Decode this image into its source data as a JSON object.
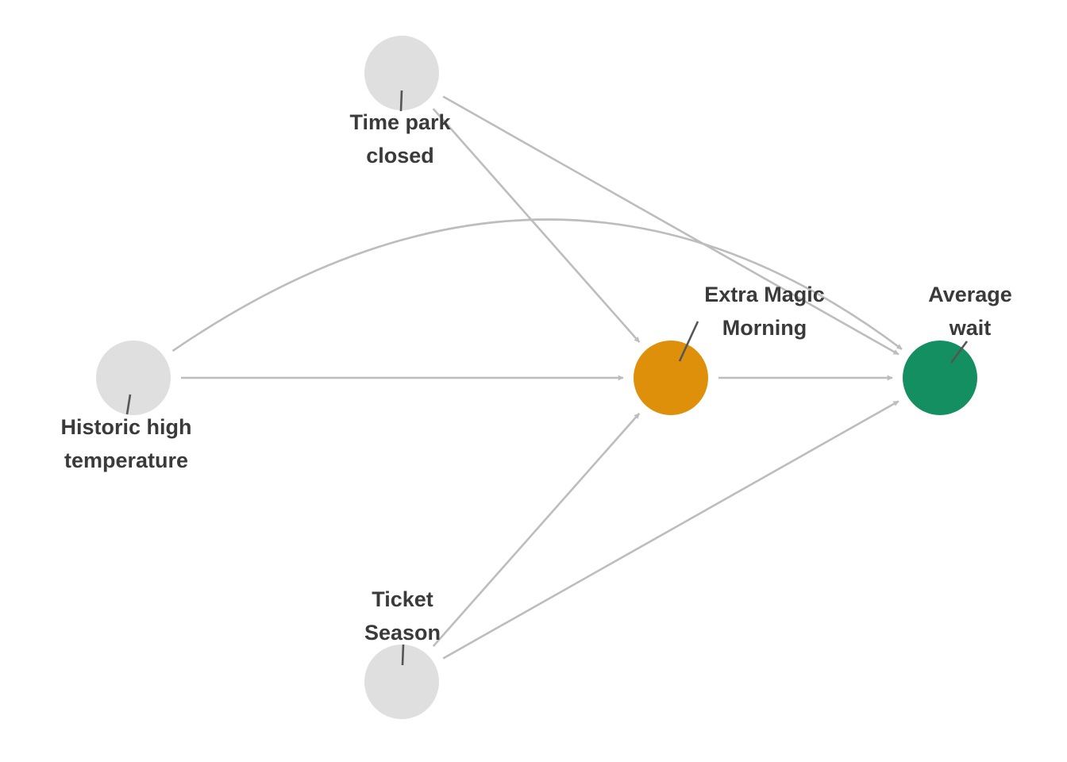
{
  "diagram": {
    "type": "causal-dag",
    "colors": {
      "background": "#ffffff",
      "edge": "#bdbdbd",
      "node_default": "#dfdfdf",
      "node_exposure": "#df900a",
      "node_outcome": "#138f62",
      "label": "#3a3a3a",
      "leader": "#555555"
    },
    "nodes": [
      {
        "id": "park_close",
        "role": "confounder",
        "label_lines": [
          "Time park",
          "closed"
        ]
      },
      {
        "id": "temp",
        "role": "confounder",
        "label_lines": [
          "Historic high",
          "temperature"
        ]
      },
      {
        "id": "emm",
        "role": "exposure",
        "label_lines": [
          "Extra Magic",
          "Morning"
        ]
      },
      {
        "id": "wait",
        "role": "outcome",
        "label_lines": [
          "Average",
          "wait"
        ]
      },
      {
        "id": "season",
        "role": "confounder",
        "label_lines": [
          "Ticket",
          "Season"
        ]
      }
    ],
    "edges": [
      {
        "from": "park_close",
        "to": "emm"
      },
      {
        "from": "park_close",
        "to": "wait"
      },
      {
        "from": "temp",
        "to": "emm"
      },
      {
        "from": "temp",
        "to": "wait",
        "curved": true
      },
      {
        "from": "emm",
        "to": "wait"
      },
      {
        "from": "season",
        "to": "emm"
      },
      {
        "from": "season",
        "to": "wait"
      }
    ]
  }
}
